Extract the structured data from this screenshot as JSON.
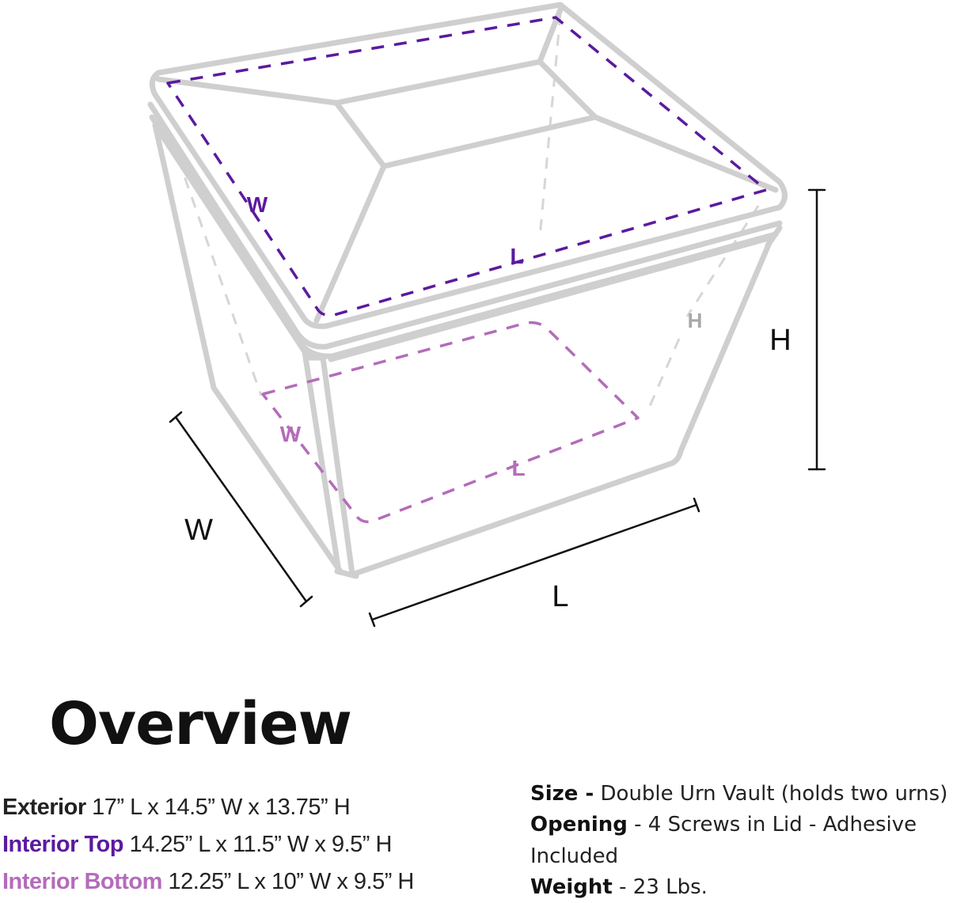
{
  "diagram": {
    "outer_labels": {
      "height": "H",
      "width": "W",
      "length": "L"
    },
    "interior_top_labels": {
      "width": "W",
      "length": "L"
    },
    "interior_bottom_labels": {
      "width": "W",
      "length": "L",
      "height": "H"
    }
  },
  "overview": {
    "title": "Overview",
    "specs_left": [
      {
        "label": "Exterior",
        "value": "17” L x 14.5” W x 13.75” H"
      },
      {
        "label": "Interior Top",
        "value": "14.25” L x 11.5” W x 9.5” H"
      },
      {
        "label": "Interior Bottom",
        "value": "12.25” L x 10” W x 9.5” H"
      }
    ],
    "specs_right": [
      {
        "label": "Size -",
        "value": "Double Urn Vault (holds two urns)"
      },
      {
        "label": "Opening",
        "value": " - 4 Screws in Lid - Adhesive"
      },
      {
        "continuation": "Included"
      },
      {
        "label": "Weight",
        "value": " - 23 Lbs."
      }
    ]
  },
  "colors": {
    "outline": "#cfcfcf",
    "interior_top": "#5b1a9e",
    "interior_bottom": "#b46cba",
    "dimension_line": "#111111",
    "hidden_edge": "#d6d6d6"
  }
}
